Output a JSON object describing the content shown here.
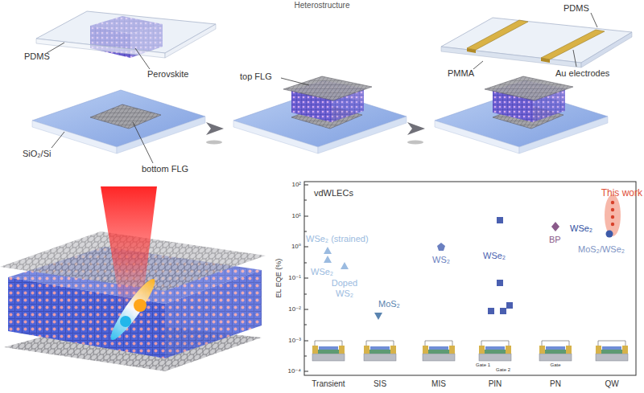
{
  "diagram": {
    "title": "Heterostructure",
    "labels": [
      "PDMS",
      "Perovskite",
      "SiO₂/Si",
      "bottom FLG",
      "top FLG",
      "PDMS",
      "PMMA",
      "Au electrodes",
      "vdWLECs",
      "This work",
      "WSe₂ (strained)",
      "WSe₂",
      "Doped WS₂",
      "MoS₂",
      "WS₂",
      "WSe₂",
      "BP",
      "WSe₂",
      "MoS₂/WSe₂",
      "10²",
      "10¹",
      "10⁰",
      "10⁻¹",
      "10⁻²",
      "10⁻³",
      "10⁻⁴",
      "EL EQE (%)",
      "Transient",
      "SIS",
      "MIS",
      "PIN",
      "PN",
      "QW",
      "Gate 1",
      "Gate 2",
      "Gate"
    ]
  }
}
